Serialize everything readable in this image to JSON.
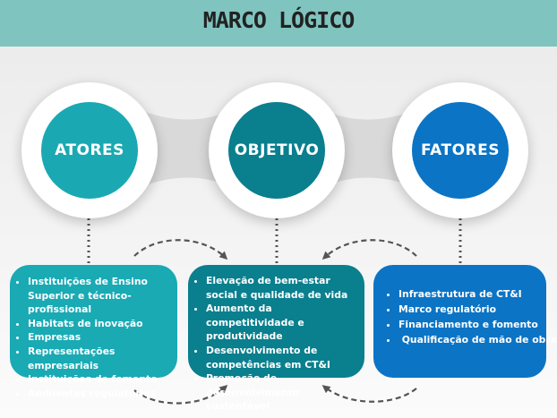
{
  "title": "MARCO LÓGICO",
  "colors": {
    "header": "#7fc4bf",
    "atores": "#1aa9b2",
    "objetivo": "#0a7f8e",
    "fatores": "#0b74c5",
    "connector": "#555555"
  },
  "circles": [
    {
      "label": "ATORES",
      "color": "#1aa9b2"
    },
    {
      "label": "OBJETIVO",
      "color": "#0a7f8e"
    },
    {
      "label": "FATORES",
      "color": "#0b74c5"
    }
  ],
  "boxes": [
    {
      "color": "#19aab4",
      "items": [
        "Instituições de Ensino Superior e técnico-profissional",
        "Habitats de inovação",
        "Empresas",
        "Representações empresariais",
        "Instituições de fomento",
        "Ambientes regulatórios"
      ]
    },
    {
      "color": "#0a7f8e",
      "items": [
        "Elevação de bem-estar social e qualidade de vida",
        "Aumento da competitividade e produtividade",
        "Desenvolvimento de competências em CT&I",
        "Promoção de desenvolvimento sustentável"
      ]
    },
    {
      "color": "#0b74c5",
      "items": [
        "Infraestrutura de CT&I",
        "Marco regulatório",
        "Financiamento e fomento",
        " Qualificação de mão de obra"
      ]
    }
  ]
}
